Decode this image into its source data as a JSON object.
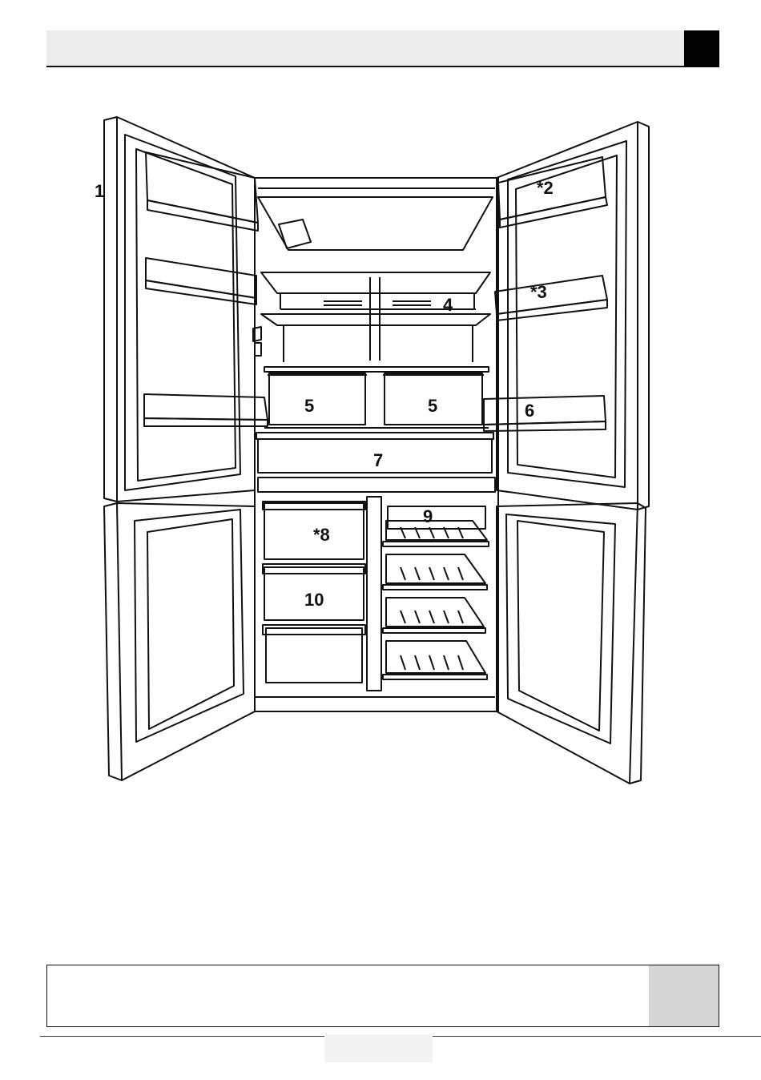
{
  "figure": {
    "labels": [
      "1",
      "*2",
      "*3",
      "4",
      "5",
      "5",
      "6",
      "7",
      "*8",
      "9",
      "10"
    ]
  }
}
